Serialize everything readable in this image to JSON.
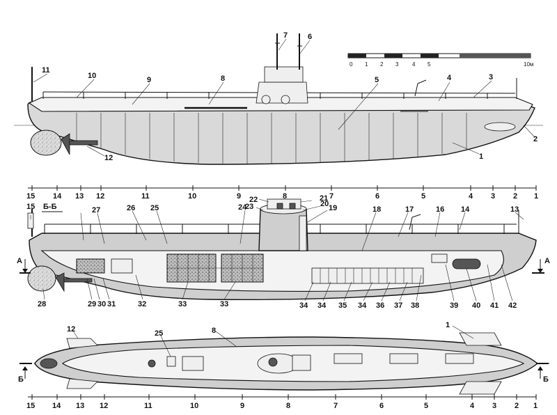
{
  "scale": {
    "ticks": [
      "0",
      "1",
      "2",
      "3",
      "4",
      "5"
    ],
    "end_label": "10м"
  },
  "section_mark": "Б-Б",
  "side_view": {
    "labels": [
      "1",
      "2",
      "3",
      "4",
      "5",
      "6",
      "7",
      "8",
      "9",
      "10",
      "11",
      "12"
    ]
  },
  "section_view": {
    "labels": [
      "13",
      "14",
      "15",
      "16",
      "17",
      "18",
      "19",
      "20",
      "21",
      "22",
      "23",
      "24",
      "25",
      "26",
      "27",
      "28",
      "29",
      "30",
      "31",
      "32",
      "33",
      "33",
      "34",
      "34",
      "35",
      "34",
      "36",
      "37",
      "38",
      "39",
      "40",
      "41",
      "42"
    ],
    "arrow_left": "А",
    "arrow_right": "А",
    "frames": [
      "15",
      "14",
      "13",
      "12",
      "11",
      "10",
      "9",
      "8",
      "7",
      "6",
      "5",
      "4",
      "3",
      "2",
      "1"
    ]
  },
  "plan_view": {
    "labels": [
      "12",
      "25",
      "8",
      "1"
    ],
    "arrow_left": "Б",
    "arrow_right": "Б",
    "frames": [
      "15",
      "14",
      "13",
      "12",
      "11",
      "10",
      "9",
      "8",
      "7",
      "6",
      "5",
      "4",
      "3",
      "2",
      "1"
    ]
  }
}
